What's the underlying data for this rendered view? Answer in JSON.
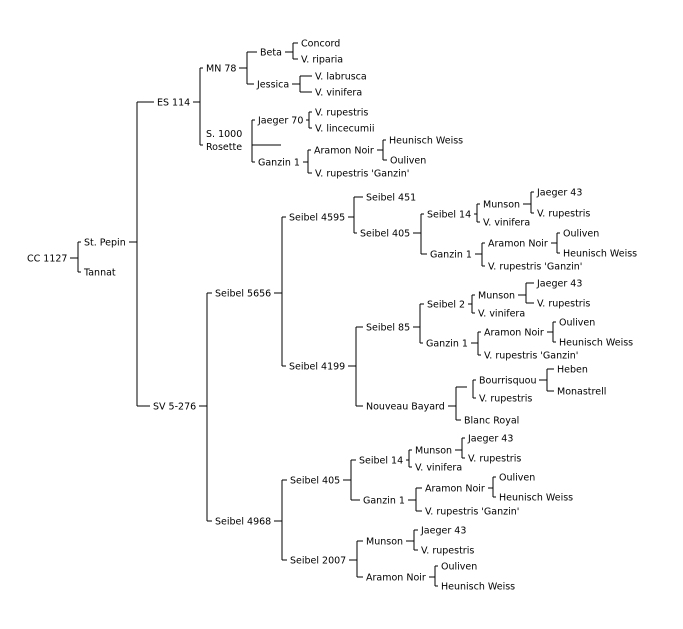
{
  "tree": {
    "label": "CC 1127",
    "children": [
      {
        "label": "St. Pepin",
        "children": [
          {
            "label": "ES 114",
            "children": [
              {
                "label": "MN 78",
                "children": [
                  {
                    "label": "Beta",
                    "children": [
                      {
                        "label": "Concord"
                      },
                      {
                        "label": "V. riparia"
                      }
                    ]
                  },
                  {
                    "label": "Jessica",
                    "children": [
                      {
                        "label": "V. labrusca"
                      },
                      {
                        "label": "V. vinifera"
                      }
                    ]
                  }
                ]
              },
              {
                "label": "S. 1000\nRosette",
                "children": [
                  {
                    "label": "Jaeger 70",
                    "children": [
                      {
                        "label": "V. rupestris"
                      },
                      {
                        "label": "V. lincecumii"
                      }
                    ]
                  },
                  {
                    "label": "Ganzin 1",
                    "children": [
                      {
                        "label": "Aramon Noir",
                        "children": [
                          {
                            "label": "Heunisch Weiss"
                          },
                          {
                            "label": "Ouliven"
                          }
                        ]
                      },
                      {
                        "label": "V. rupestris 'Ganzin'"
                      }
                    ]
                  }
                ]
              }
            ]
          },
          {
            "label": "SV 5-276",
            "children": [
              {
                "label": "Seibel 5656",
                "children": [
                  {
                    "label": "Seibel 4595",
                    "children": [
                      {
                        "label": "Seibel 451"
                      },
                      {
                        "label": "Seibel 405",
                        "children": [
                          {
                            "label": "Seibel 14",
                            "children": [
                              {
                                "label": "Munson",
                                "children": [
                                  {
                                    "label": "Jaeger 43"
                                  },
                                  {
                                    "label": "V. rupestris"
                                  }
                                ]
                              },
                              {
                                "label": "V. vinifera"
                              }
                            ]
                          },
                          {
                            "label": "Ganzin 1",
                            "children": [
                              {
                                "label": "Aramon Noir",
                                "children": [
                                  {
                                    "label": "Ouliven"
                                  },
                                  {
                                    "label": "Heunisch Weiss"
                                  }
                                ]
                              },
                              {
                                "label": "V. rupestris 'Ganzin'"
                              }
                            ]
                          }
                        ]
                      }
                    ]
                  },
                  {
                    "label": "Seibel 4199",
                    "children": [
                      {
                        "label": "Seibel 85",
                        "children": [
                          {
                            "label": "Seibel 2",
                            "children": [
                              {
                                "label": "Munson",
                                "children": [
                                  {
                                    "label": "Jaeger 43"
                                  },
                                  {
                                    "label": "V. rupestris"
                                  }
                                ]
                              },
                              {
                                "label": "V. vinifera"
                              }
                            ]
                          },
                          {
                            "label": "Ganzin 1",
                            "children": [
                              {
                                "label": "Aramon Noir",
                                "children": [
                                  {
                                    "label": "Ouliven"
                                  },
                                  {
                                    "label": "Heunisch Weiss"
                                  }
                                ]
                              },
                              {
                                "label": "V. rupestris 'Ganzin'"
                              }
                            ]
                          }
                        ]
                      },
                      {
                        "label": "Nouveau Bayard",
                        "children": [
                          {
                            "label": "",
                            "children": [
                              {
                                "label": "Bourrisquou",
                                "children": [
                                  {
                                    "label": "Heben"
                                  },
                                  {
                                    "label": "Monastrell"
                                  }
                                ]
                              },
                              {
                                "label": "V. rupestris"
                              }
                            ]
                          },
                          {
                            "label": "Blanc Royal"
                          }
                        ]
                      }
                    ]
                  }
                ]
              },
              {
                "label": "Seibel 4968",
                "children": [
                  {
                    "label": "Seibel 405",
                    "children": [
                      {
                        "label": "Seibel 14",
                        "children": [
                          {
                            "label": "Munson",
                            "children": [
                              {
                                "label": "Jaeger 43"
                              },
                              {
                                "label": "V. rupestris"
                              }
                            ]
                          },
                          {
                            "label": "V. vinifera"
                          }
                        ]
                      },
                      {
                        "label": "Ganzin 1",
                        "children": [
                          {
                            "label": "Aramon Noir",
                            "children": [
                              {
                                "label": "Ouliven"
                              },
                              {
                                "label": "Heunisch Weiss"
                              }
                            ]
                          },
                          {
                            "label": "V. rupestris 'Ganzin'"
                          }
                        ]
                      }
                    ]
                  },
                  {
                    "label": "Seibel 2007",
                    "children": [
                      {
                        "label": "Munson",
                        "children": [
                          {
                            "label": "Jaeger 43"
                          },
                          {
                            "label": "V. rupestris"
                          }
                        ]
                      },
                      {
                        "label": "Aramon Noir",
                        "children": [
                          {
                            "label": "Ouliven"
                          },
                          {
                            "label": "Heunisch Weiss"
                          }
                        ]
                      }
                    ]
                  }
                ]
              }
            ]
          }
        ]
      },
      {
        "label": "Tannat"
      }
    ]
  }
}
